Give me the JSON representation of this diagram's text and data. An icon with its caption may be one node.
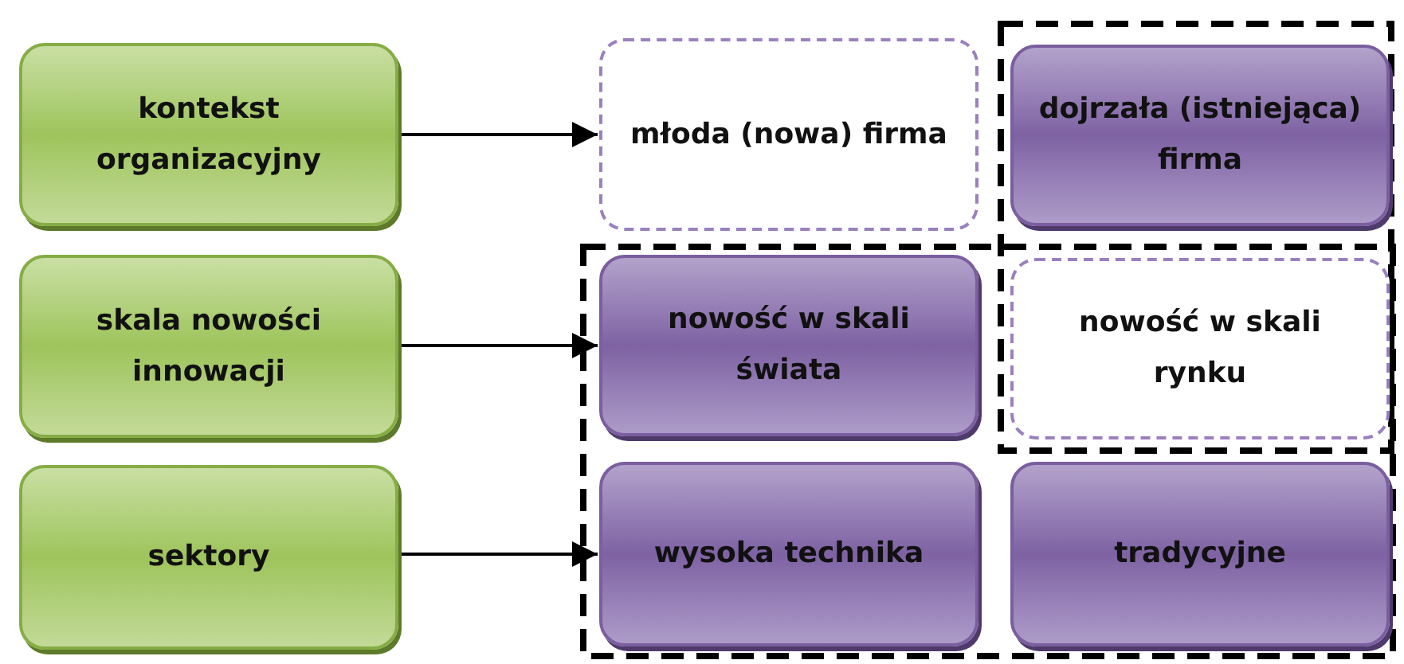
{
  "diagram": {
    "nodes": [
      {
        "text": [
          "kontekst organizacyjny"
        ]
      },
      {
        "text": [
          "młoda (nowa) firma"
        ]
      },
      {
        "text": [
          "dojrzała (istniejąca) firma"
        ]
      },
      {
        "text": [
          "skala nowości innowacji"
        ]
      },
      {
        "text": [
          "nowość w skali świata"
        ]
      },
      {
        "text": [
          "nowość w skali rynku"
        ]
      },
      {
        "text": [
          "sektory"
        ]
      },
      {
        "text": [
          "wysoka technika"
        ]
      },
      {
        "text": [
          "tradycyjne"
        ]
      }
    ],
    "edges": [
      {
        "from": 0,
        "to": 1,
        "arrow": "to"
      },
      {
        "from": 3,
        "to": 4,
        "arrow": "to"
      },
      {
        "from": 6,
        "to": 7,
        "arrow": "to"
      }
    ]
  }
}
